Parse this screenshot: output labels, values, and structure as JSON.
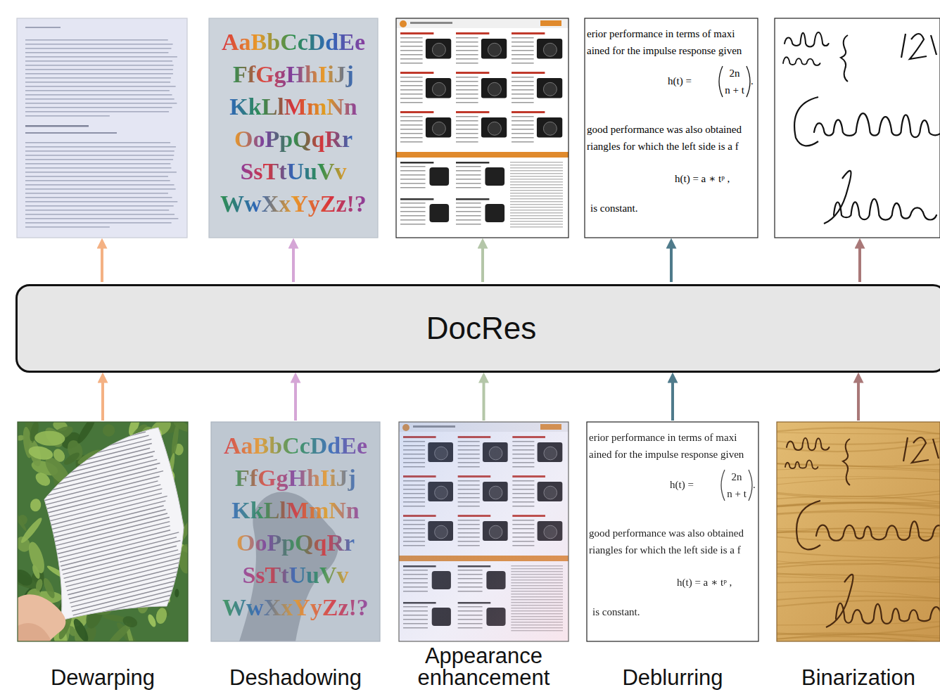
{
  "diagram": {
    "nodes": [
      {
        "text": [
          "DocRes"
        ]
      },
      {
        "text": [
          "Dewarping"
        ]
      },
      {
        "text": [
          "Deshadowing"
        ]
      },
      {
        "text": [
          "Appearance enhancement"
        ]
      },
      {
        "text": [
          "Deblurring"
        ]
      },
      {
        "text": [
          "Binarization"
        ]
      }
    ],
    "edges": [
      {
        "from": 1,
        "to": 0,
        "arrow": "to"
      },
      {
        "from": 2,
        "to": 0,
        "arrow": "to"
      },
      {
        "from": 3,
        "to": 0,
        "arrow": "to"
      },
      {
        "from": 4,
        "to": 0,
        "arrow": "to"
      },
      {
        "from": 5,
        "to": 0,
        "arrow": "to"
      }
    ],
    "labels": [
      "AaBbCcDdEe",
      "FfGgHhIiJj",
      "KkLlMmNn",
      "OoPpQqRr",
      "SsTtUuVv",
      "WwXxYyZz!?",
      "AaBbCcDdEe",
      "FfGgHhIiJj",
      "KkLlMmNn",
      "OoPpQqRr",
      "SsTtUuVv",
      "WwXxYyZz!?",
      "erior performance in terms of maxi",
      "ained for the impulse response given",
      "h(t) =",
      "2n",
      "n + t",
      ".",
      "good performance was also obtained",
      "riangles for which the left side is a f",
      "h(t) = a ∗ tᵖ ,",
      "is constant.",
      "erior performance in terms of maxi",
      "ained for the impulse response given",
      "h(t) =",
      "2n",
      "n + t",
      ".",
      "good performance was also obtained",
      "riangles for which the left side is a f",
      "h(t) = a ∗ tᵖ ,",
      "is constant."
    ]
  }
}
